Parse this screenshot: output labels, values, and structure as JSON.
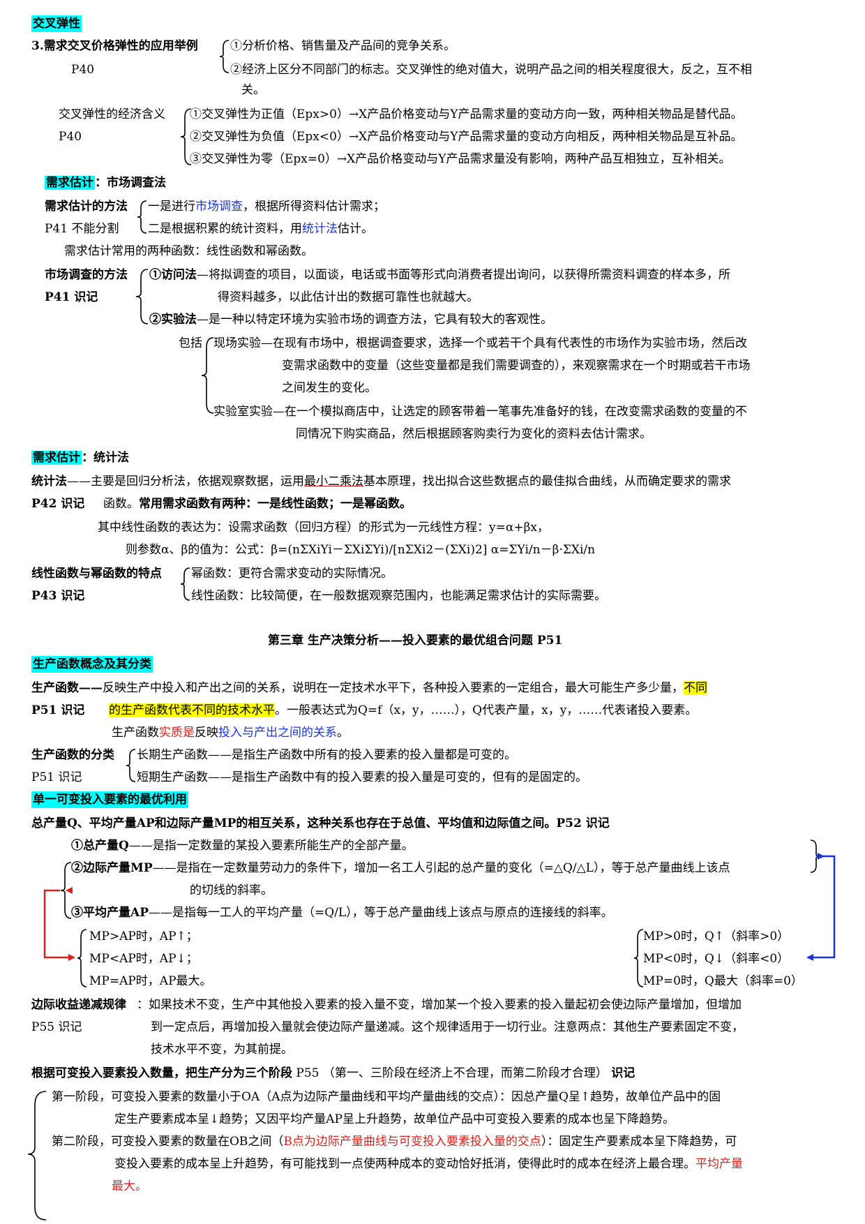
{
  "s1": {
    "head": "交叉弹性",
    "l1_title": "3.需求交叉价格弹性的应用举例",
    "l1_item1": "①分析价格、销售量及产品间的竞争关系。",
    "l1_page": "P40",
    "l1_item2": "②经济上区分不同部门的标志。交叉弹性的绝对值大，说明产品之间的相关程度很大，反之，互不相",
    "l1_item2b": "关。",
    "m_title": "交叉弹性的经济含义",
    "m_page": "P40",
    "m1": "①交叉弹性为正值（Epx>0）→X产品价格变动与Y产品需求量的变动方向一致，两种相关物品是替代品。",
    "m2": "②交叉弹性为负值（Epx<0）→X产品价格变动与Y产品需求量的变动方向相反，两种相关物品是互补品。",
    "m3": "③交叉弹性为零（Epx=0）→X产品价格变动与Y产品需求量没有影响，两种产品互相独立，互补相关。"
  },
  "s2": {
    "head": "需求估计",
    "head_rest": "：市场调查法",
    "meth_title": "需求估计的方法",
    "meth1_a": "一是进行",
    "meth1_b": "市场调查",
    "meth1_c": "，根据所得资料估计需求；",
    "meth_page": "P41  不能分割",
    "meth2_a": "二是根据积累的统计资料，用",
    "meth2_b": "统计法",
    "meth2_c": "估计。",
    "two_funcs": "需求估计常用的两种函数：线性函数和幂函数。",
    "mr_title": "市场调查的方法",
    "mr_page": "P41    识记",
    "mr1_a": "①访问法",
    "mr1_b": "—将拟调查的项目，以面谈，电话或书面等形式向消费者提出询问，以获得所需资料调查的样本多，所",
    "mr1_c": "得资料越多，以此估计出的数据可靠性也就越大。",
    "mr2_a": "②实验法",
    "mr2_b": "—是一种以特定环境为实验市场的调查方法，它具有较大的客观性。",
    "inc": "包括",
    "field1": "现场实验—在现有市场中，根据调查要求，选择一个或若干个具有代表性的市场作为实验市场，然后改",
    "field2": "变需求函数中的变量（这些变量都是我们需要调查的），来观察需求在一个时期或若干市场",
    "field3": "之间发生的变化。",
    "lab1": "实验室实验—在一个模拟商店中，让选定的顾客带着一笔事先准备好的钱，在改变需求函数的变量的不",
    "lab2": "同情况下购实商品，然后根据顾客购卖行为变化的资料去估计需求。"
  },
  "s3": {
    "head": "需求估计",
    "head_rest": "：统计法",
    "stat_a": "统计法",
    "stat_b": "——主要是回归分析法，依据观察数据，运用",
    "stat_c": "最小二乘法",
    "stat_d": "基本原理，找出拟合这些数据点的最佳拟合曲线，从而确定要求的需求",
    "stat_page": "P42 识记",
    "stat2_a": "函数。",
    "stat2_b": "常用需求函数有两种：一是线性函数；一是幂函数。",
    "lin": "其中线性函数的表达为：设需求函数（回归方程）的形式为一元线性方程：y=α+βx，",
    "params": "则参数α、β的值为：公式：β=(nΣXiYi－ΣXiΣYi)/[nΣXi2－(ΣXi)2]    α=ΣYi/n－β·ΣXi/n",
    "feat_title": "线性函数与幂函数的特点",
    "feat_page": "P43    识记",
    "feat1": "幂函数：更符合需求变动的实际情况。",
    "feat2": "线性函数：比较简便，在一般数据观察范围内，也能满足需求估计的实际需要。"
  },
  "ch3": {
    "title": "第三章    生产决策分析——投入要素的最优组合问题    P51",
    "head": "生产函数概念及其分类",
    "pf_a": "生产函数——",
    "pf_b": "反映生产中投入和产出之间的关系，说明在一定技术水平下，各种投入要素的一定组合，最大可能生产多少量，",
    "pf_c": "不同",
    "pf_page": "P51 识记",
    "pf2_a": "的生产函数代表不同的技术水平",
    "pf2_b": "。一般表达式为Q=f（x，y，……），Q代表产量，x，y，……代表诸投入要素。",
    "pf3_a": "生产函数",
    "pf3_b": "实质是",
    "pf3_c": "反映",
    "pf3_d": "投入与产出之间的关系",
    "pf3_e": "。",
    "cls_title": "生产函数的分类",
    "cls_page": "P51    识记",
    "cls1": "长期生产函数——是指生产函数中所有的投入要素的投入量都是可变的。",
    "cls2": "短期生产函数——是指生产函数中有的投入要素的投入量是可变的，但有的是固定的。",
    "head2": "单一可变投入要素的最优利用",
    "rel": "总产量Q、平均产量AP和边际产量MP的相互关系，这种关系也存在于总值、平均值和边际值之间。P52    识记",
    "tp_a": "①总产量Q",
    "tp_b": "——是指一定数量的某投入要素所能生产的全部产量。",
    "mp_a": "②边际产量MP",
    "mp_b": "——是指在一定数量劳动力的条件下，增加一名工人引起的总产量的变化（=△Q/△L），等于总产量曲线上该点",
    "mp_c": "的切线的斜率。",
    "ap_a": "③平均产量AP",
    "ap_b": "——是指每一工人的平均产量（=Q/L），等于总产量曲线上该点与原点的连接线的斜率。",
    "r1": "MP>AP时，AP↑；",
    "r2": "MP<AP时，AP↓；",
    "r3": "MP=AP时，AP最大。",
    "q1": "MP>0时，Q↑（斜率>0）",
    "q2": "MP<0时，Q↓（斜率<0）",
    "q3": "MP=0时，Q最大（斜率=0）",
    "law_title": "边际收益递减规律",
    "law1": "：如果技术不变，生产中其他投入要素的投入量不变，增加某一个投入要素的投入量起初会使边际产量增加，但增加",
    "law_page": "P55    识记",
    "law2": "到一定点后，再增加投入量就会使边际产量递减。这个规律适用于一切行业。注意两点：其他生产要素固定不变，",
    "law3": "技术水平不变，为其前提。",
    "stages_a": "根据可变投入要素投入数量，把生产分为三个阶段",
    "stages_b": "P55    （第一、三阶段在经济上不合理，而第二阶段才合理）",
    "stages_c": "识记",
    "st1_a": "第一阶段，可变投入要素的数量小于OA（A点为边际产量曲线和平均产量曲线的交点）：因总产量Q呈↑趋势，故单位产品中的固",
    "st1_b": "定生产要素成本呈↓趋势；又因平均产量AP呈上升趋势，故单位产品中可变投入要素的成本也呈下降趋势。",
    "st2_a": "第二阶段，可变投入要素的数量在OB之间（",
    "st2_b": "B点为边际产量曲线与可变投入要素投入量的交点",
    "st2_c": "）：固定生产要素成本呈下降趋势，可",
    "st2_d": "变投入要素的成本呈上升趋势，有可能找到一点使两种成本的变动恰好抵消，使得此时的成本在经济上最合理。",
    "st2_e": "平均产量",
    "st2_f": "最大。"
  },
  "colors": {
    "cyan": "#00ffff",
    "yellow": "#ffff00",
    "red": "#e0201a",
    "blue": "#1a33e0"
  }
}
